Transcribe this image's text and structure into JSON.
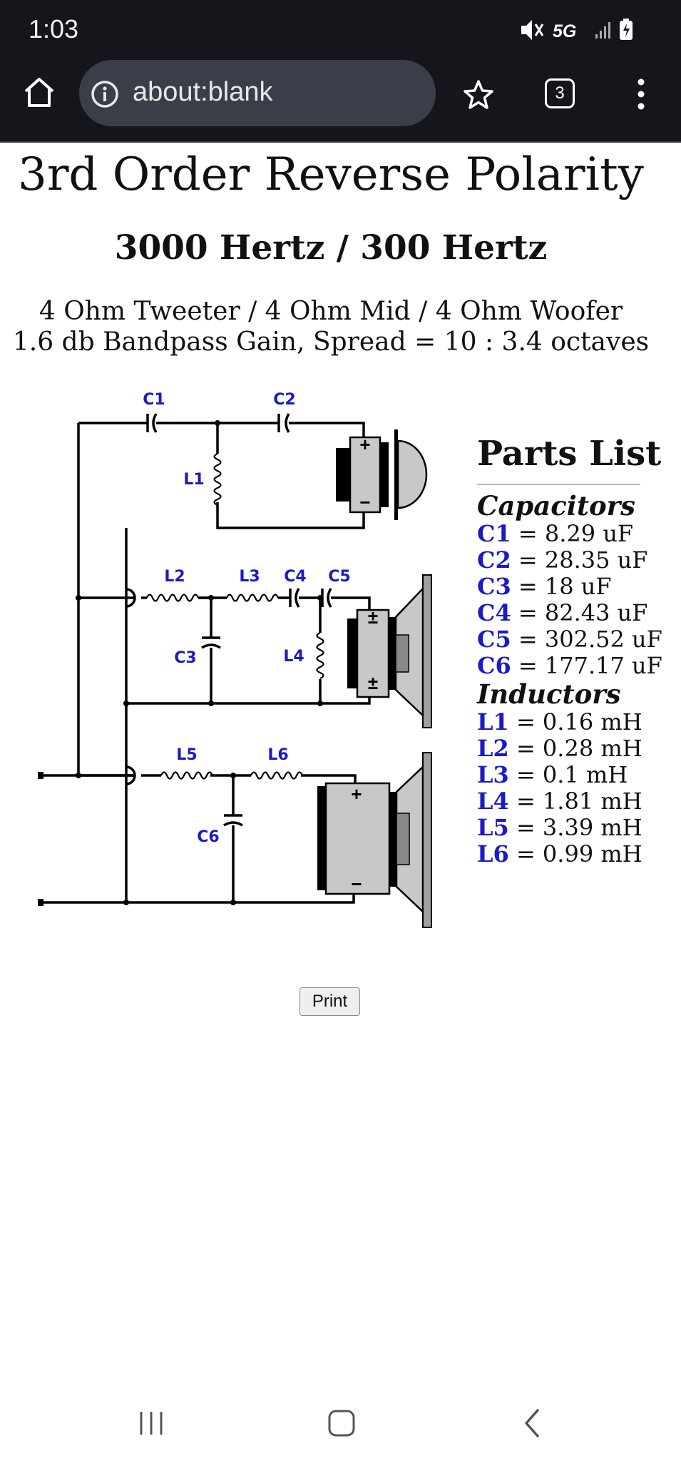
{
  "status_bar": {
    "time": "1:03",
    "network": "5G"
  },
  "browser": {
    "url": "about:blank",
    "tab_count": "3"
  },
  "page": {
    "title": "3rd Order Reverse Polarity",
    "subtitle": "3000 Hertz / 300 Hertz",
    "desc_line1": "4 Ohm Tweeter / 4 Ohm Mid / 4 Ohm Woofer",
    "desc_line2": "1.6 db Bandpass Gain, Spread = 10 : 3.4 octaves"
  },
  "schematic": {
    "labels": {
      "c1": "C1",
      "c2": "C2",
      "c3": "C3",
      "c4": "C4",
      "c5": "C5",
      "c6": "C6",
      "l1": "L1",
      "l2": "L2",
      "l3": "L3",
      "l4": "L4",
      "l5": "L5",
      "l6": "L6"
    },
    "polarity": {
      "plus": "+",
      "minus": "−",
      "plusminus": "±"
    }
  },
  "parts_list": {
    "heading": "Parts List",
    "capacitors_heading": "Capacitors",
    "capacitors": [
      {
        "label": "C1",
        "value": " = 8.29 uF"
      },
      {
        "label": "C2",
        "value": " = 28.35 uF"
      },
      {
        "label": "C3",
        "value": " = 18 uF"
      },
      {
        "label": "C4",
        "value": " = 82.43 uF"
      },
      {
        "label": "C5",
        "value": " = 302.52 uF"
      },
      {
        "label": "C6",
        "value": " = 177.17 uF"
      }
    ],
    "inductors_heading": "Inductors",
    "inductors": [
      {
        "label": "L1",
        "value": " = 0.16 mH"
      },
      {
        "label": "L2",
        "value": " = 0.28 mH"
      },
      {
        "label": "L3",
        "value": " = 0.1 mH"
      },
      {
        "label": "L4",
        "value": " = 1.81 mH"
      },
      {
        "label": "L5",
        "value": " = 3.39 mH"
      },
      {
        "label": "L6",
        "value": " = 0.99 mH"
      }
    ]
  },
  "print_button": "Print",
  "colors": {
    "label_blue": "#1a1ac8",
    "bar_bg": "#14161c"
  }
}
